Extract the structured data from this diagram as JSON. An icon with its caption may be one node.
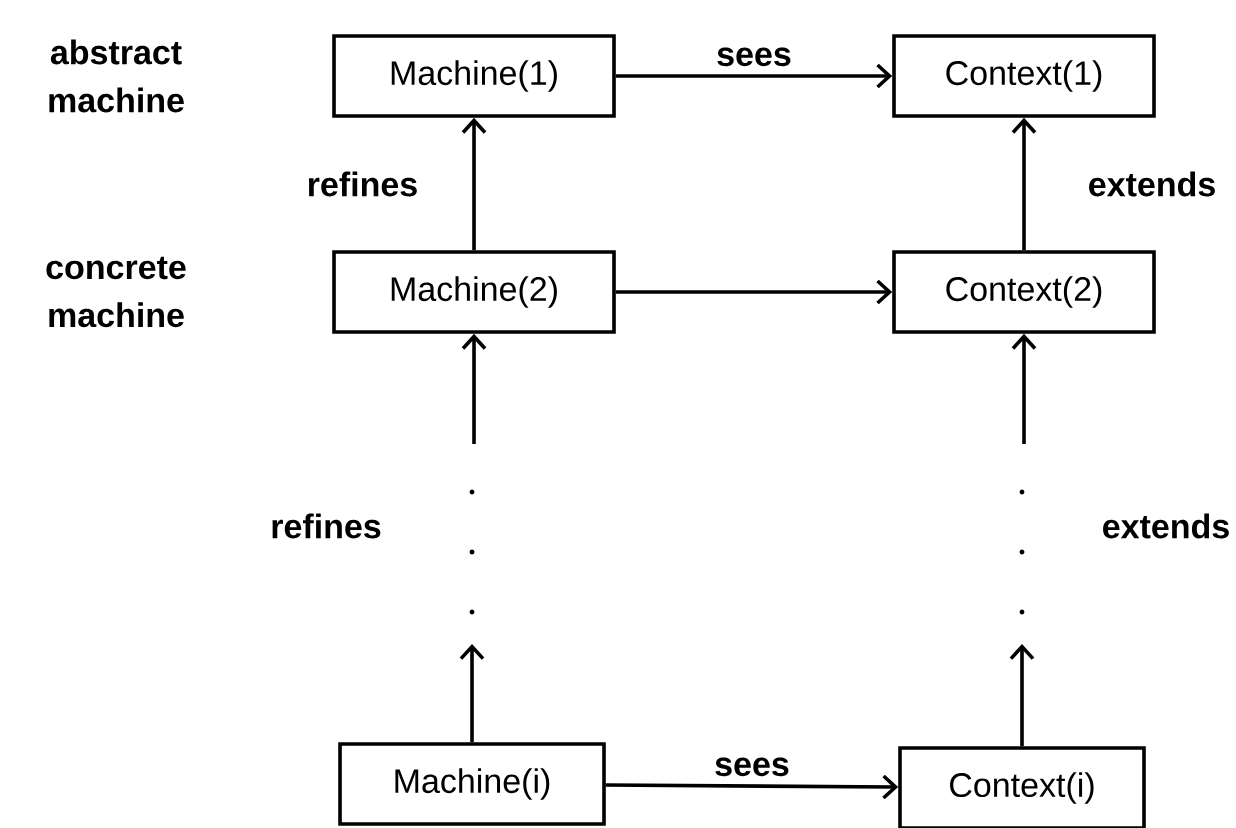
{
  "diagram": {
    "nodes": [
      {
        "text": [
          "Machine(1)"
        ]
      },
      {
        "text": [
          "Context(1)"
        ]
      },
      {
        "text": [
          "Machine(2)"
        ]
      },
      {
        "text": [
          "Context(2)"
        ]
      },
      {
        "text": [
          "Machine(i)"
        ]
      },
      {
        "text": [
          "Context(i)"
        ]
      }
    ],
    "edges": [
      {
        "from": 0,
        "to": 1,
        "arrow": "to",
        "label": "sees"
      },
      {
        "from": 2,
        "to": 0,
        "arrow": "to",
        "label": "refines"
      },
      {
        "from": 2,
        "to": 3,
        "arrow": "to"
      },
      {
        "from": 3,
        "to": 1,
        "arrow": "to",
        "label": "extends"
      },
      {
        "from": null,
        "to": 2,
        "arrow": "to"
      },
      {
        "from": null,
        "to": 3,
        "arrow": "to"
      },
      {
        "from": 4,
        "to": null,
        "arrow": "to"
      },
      {
        "from": 5,
        "to": null,
        "arrow": "to"
      },
      {
        "from": 4,
        "to": 5,
        "arrow": "to",
        "label": "sees"
      }
    ],
    "labels": [
      "abstract machine",
      "concrete machine",
      "refines",
      "extends"
    ]
  }
}
